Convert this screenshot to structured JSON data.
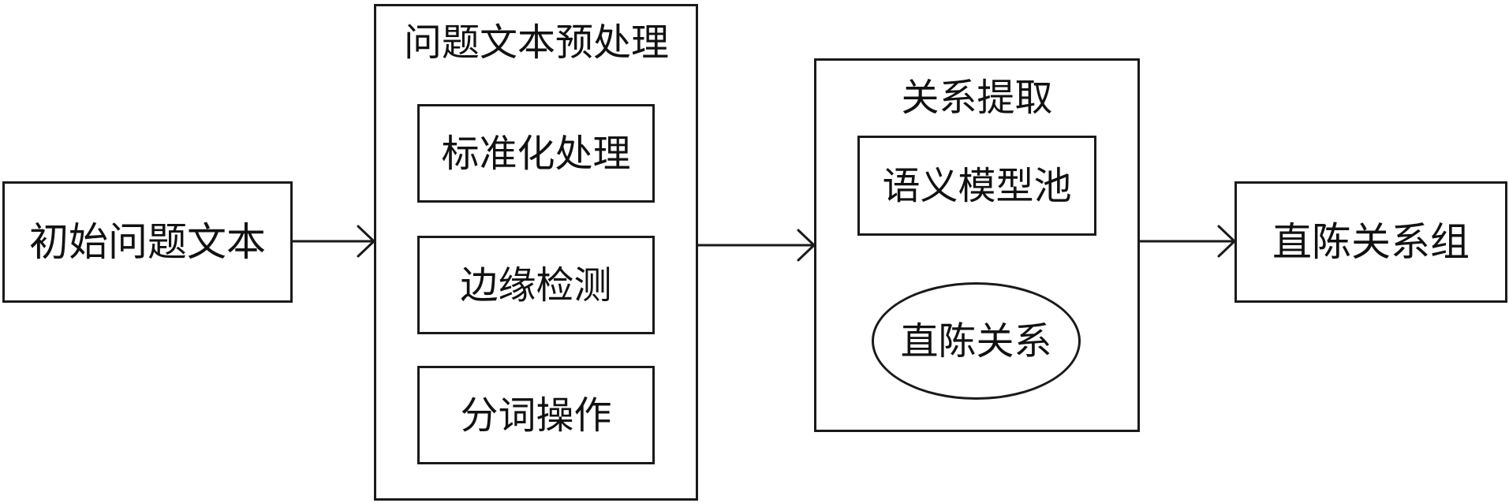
{
  "diagram": {
    "input_box": {
      "label": "初始问题文本"
    },
    "preprocess": {
      "title": "问题文本预处理",
      "steps": [
        {
          "label": "标准化处理"
        },
        {
          "label": "边缘检测"
        },
        {
          "label": "分词操作"
        }
      ]
    },
    "extraction": {
      "title": "关系提取",
      "pool": {
        "label": "语义模型池"
      },
      "relation": {
        "label": "直陈关系"
      }
    },
    "output_box": {
      "label": "直陈关系组"
    }
  }
}
